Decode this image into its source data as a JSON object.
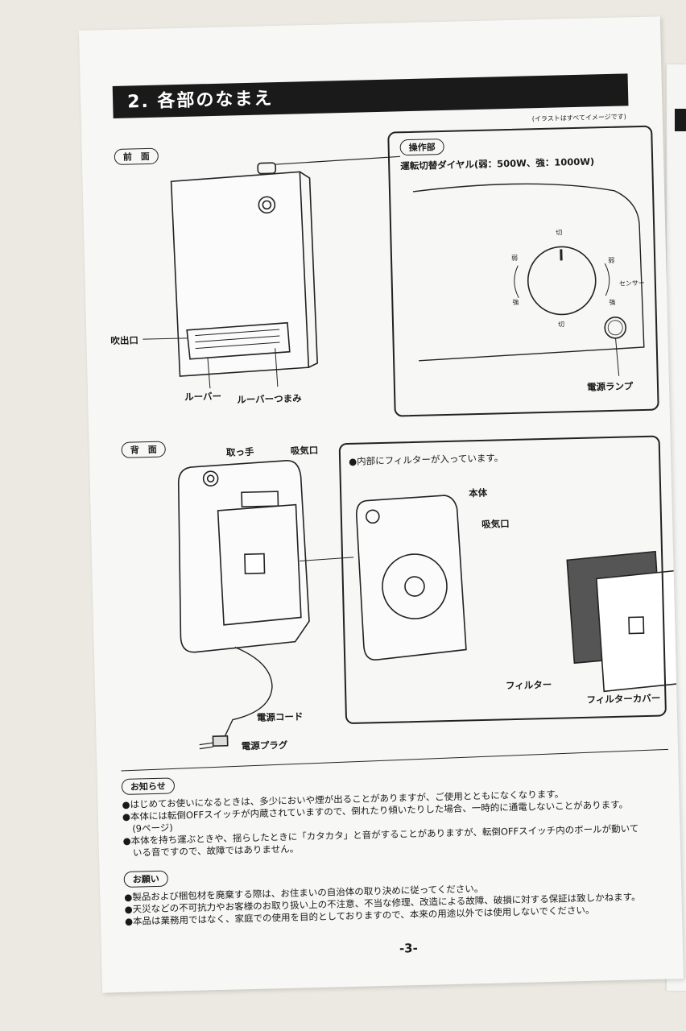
{
  "header": {
    "title": "2. 各部のなまえ",
    "note": "(イラストはすべてイメージです)"
  },
  "front": {
    "section_label": "前　面",
    "labels": {
      "outlet": "吹出口",
      "louver": "ルーバー",
      "louver_knob": "ルーバーつまみ"
    }
  },
  "control": {
    "section_label": "操作部",
    "dial_title": "運転切替ダイヤル(弱：500W、強：1000W)",
    "dial_marks": {
      "off_top": "切",
      "off_bottom": "切",
      "weak_left": "弱",
      "strong_left": "強",
      "weak_right": "弱",
      "strong_right": "強",
      "sensor": "センサー"
    },
    "power_lamp": "電源ランプ"
  },
  "back": {
    "section_label": "背　面",
    "labels": {
      "handle": "取っ手",
      "intake": "吸気口",
      "power_cord": "電源コード",
      "power_plug": "電源プラグ"
    }
  },
  "inside": {
    "note": "●内部にフィルターが入っています。",
    "labels": {
      "body": "本体",
      "intake": "吸気口",
      "filter": "フィルター",
      "filter_cover": "フィルターカバー"
    }
  },
  "notice": {
    "heading": "お知らせ",
    "items": [
      "●はじめてお使いになるときは、多少においや煙が出ることがありますが、ご使用とともになくなります。",
      "●本体には転倒OFFスイッチが内蔵されていますので、倒れたり傾いたりした場合、一時的に通電しないことがあります。",
      "(9ページ)",
      "●本体を持ち運ぶときや、揺らしたときに「カタカタ」と音がすることがありますが、転倒OFFスイッチ内のボールが動いて",
      "いる音ですので、故障ではありません。"
    ]
  },
  "request": {
    "heading": "お願い",
    "items": [
      "●製品および梱包材を廃棄する際は、お住まいの自治体の取り決めに従ってください。",
      "●天災などの不可抗力やお客様のお取り扱い上の不注意、不当な修理、改造による故障、破損に対する保証は致しかねます。",
      "●本品は業務用ではなく、家庭での使用を目的としておりますので、本来の用途以外では使用しないでください。"
    ]
  },
  "page_number": "-3-"
}
